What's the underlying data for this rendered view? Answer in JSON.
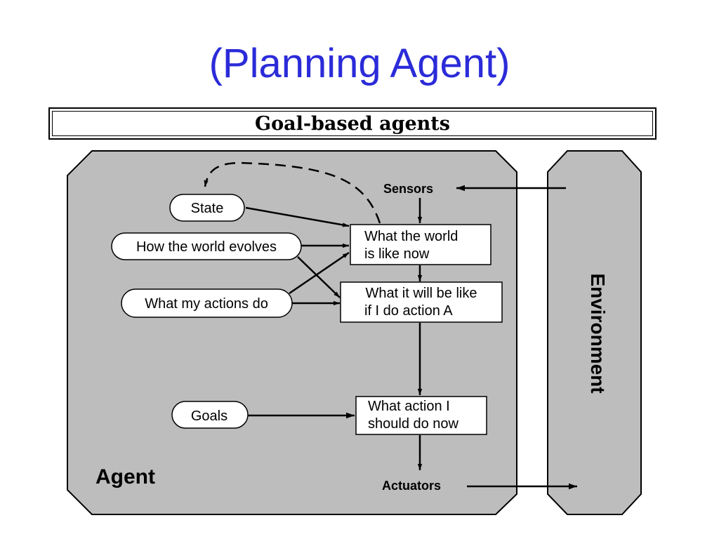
{
  "slide": {
    "title": "(Planning Agent)"
  },
  "banner": {
    "title": "Goal-based agents"
  },
  "diagram": {
    "agent_label": "Agent",
    "environment_label": "Environment",
    "sensors_label": "Sensors",
    "actuators_label": "Actuators",
    "ovals": {
      "state": "State",
      "world_evolves": "How the world evolves",
      "actions_do": "What my actions do",
      "goals": "Goals"
    },
    "boxes": {
      "world_now": [
        "What the world",
        "is like now"
      ],
      "will_be": [
        "What it will be like",
        "if I do action A"
      ],
      "action": [
        "What action I",
        "should do now"
      ]
    }
  }
}
